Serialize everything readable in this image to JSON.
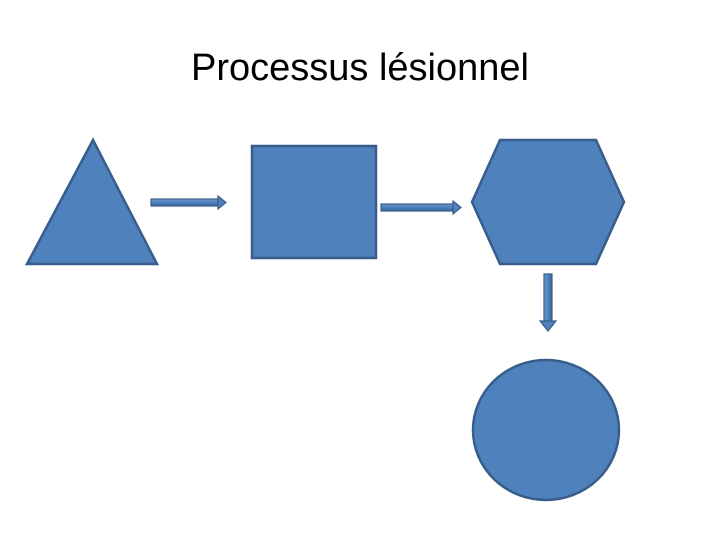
{
  "slide": {
    "title": "Processus lésionnel"
  },
  "diagram": {
    "shape_fill": "#4F81BD",
    "shape_stroke": "#385D8A",
    "shapes": [
      "triangle",
      "square",
      "hexagon",
      "circle"
    ],
    "arrows": [
      "triangle-to-square",
      "square-to-hexagon",
      "hexagon-to-circle"
    ]
  }
}
